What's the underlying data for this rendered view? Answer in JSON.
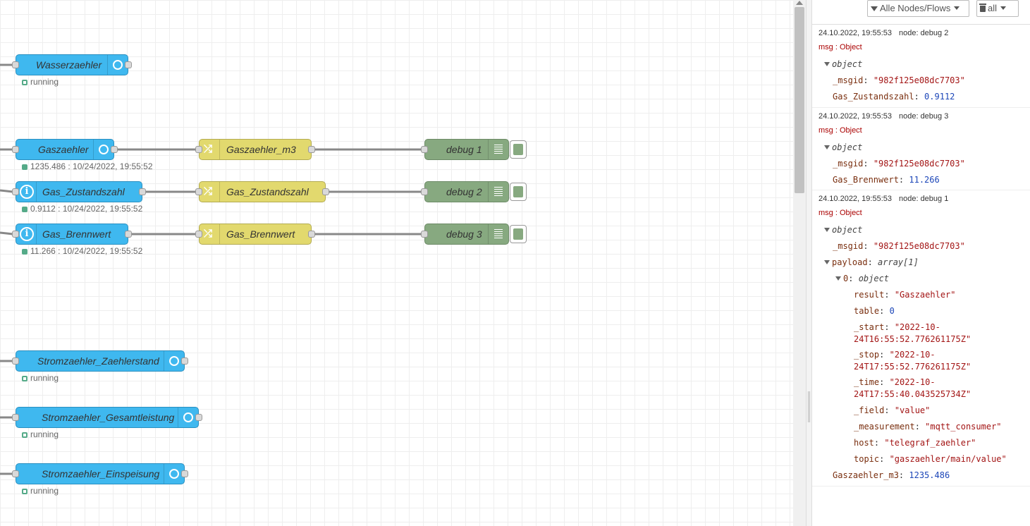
{
  "nodes": {
    "wasserzaehler": {
      "label": "Wasserzaehler",
      "status": "running"
    },
    "gaszaehler": {
      "label": "Gaszaehler",
      "status": "1235.486 : 10/24/2022, 19:55:52"
    },
    "gaszaehler_m3": {
      "label": "Gaszaehler_m3"
    },
    "debug1": {
      "label": "debug 1"
    },
    "gas_zustandszahl": {
      "label": "Gas_Zustandszahl",
      "status": "0.9112 : 10/24/2022, 19:55:52"
    },
    "change_zustandszahl": {
      "label": "Gas_Zustandszahl"
    },
    "debug2": {
      "label": "debug 2"
    },
    "gas_brennwert": {
      "label": "Gas_Brennwert",
      "status": "11.266 : 10/24/2022, 19:55:52"
    },
    "change_brennwert": {
      "label": "Gas_Brennwert"
    },
    "debug3": {
      "label": "debug 3"
    },
    "strom_zaehlerstand": {
      "label": "Stromzaehler_Zaehlerstand",
      "status": "running"
    },
    "strom_gesamtleistung": {
      "label": "Stromzaehler_Gesamtleistung",
      "status": "running"
    },
    "strom_einspeisung": {
      "label": "Stromzaehler_Einspeisung",
      "status": "running"
    }
  },
  "sidebar": {
    "filter_label": "Alle Nodes/Flows",
    "clear_label": "all",
    "messages": [
      {
        "time": "24.10.2022, 19:55:53",
        "node": "node: debug 2",
        "type": "msg : Object",
        "root": "object",
        "lines": [
          {
            "key": "_msgid",
            "value": "\"982f125e08dc7703\""
          },
          {
            "key": "Gas_Zustandszahl",
            "value": "0.9112"
          }
        ]
      },
      {
        "time": "24.10.2022, 19:55:53",
        "node": "node: debug 3",
        "type": "msg : Object",
        "root": "object",
        "lines": [
          {
            "key": "_msgid",
            "value": "\"982f125e08dc7703\""
          },
          {
            "key": "Gas_Brennwert",
            "value": "11.266"
          }
        ]
      },
      {
        "time": "24.10.2022, 19:55:53",
        "node": "node: debug 1",
        "type": "msg : Object",
        "root": "object",
        "lines": [
          {
            "key": "_msgid",
            "value": "\"982f125e08dc7703\""
          },
          {
            "key": "payload",
            "value": "array[1]"
          },
          {
            "key": "0",
            "value": "object"
          },
          {
            "key": "result",
            "value": "\"Gaszaehler\""
          },
          {
            "key": "table",
            "value": "0"
          },
          {
            "key": "_start",
            "value": "\"2022-10-",
            "cont": "24T16:55:52.776261175Z\""
          },
          {
            "key": "_stop",
            "value": "\"2022-10-",
            "cont": "24T17:55:52.776261175Z\""
          },
          {
            "key": "_time",
            "value": "\"2022-10-",
            "cont": "24T17:55:40.043525734Z\""
          },
          {
            "key": "_field",
            "value": "\"value\""
          },
          {
            "key": "_measurement",
            "value": "\"mqtt_consumer\""
          },
          {
            "key": "host",
            "value": "\"telegraf_zaehler\""
          },
          {
            "key": "topic",
            "value": "\"gaszaehler/main/value\""
          },
          {
            "key": "Gaszaehler_m3",
            "value": "1235.486"
          }
        ]
      }
    ]
  }
}
